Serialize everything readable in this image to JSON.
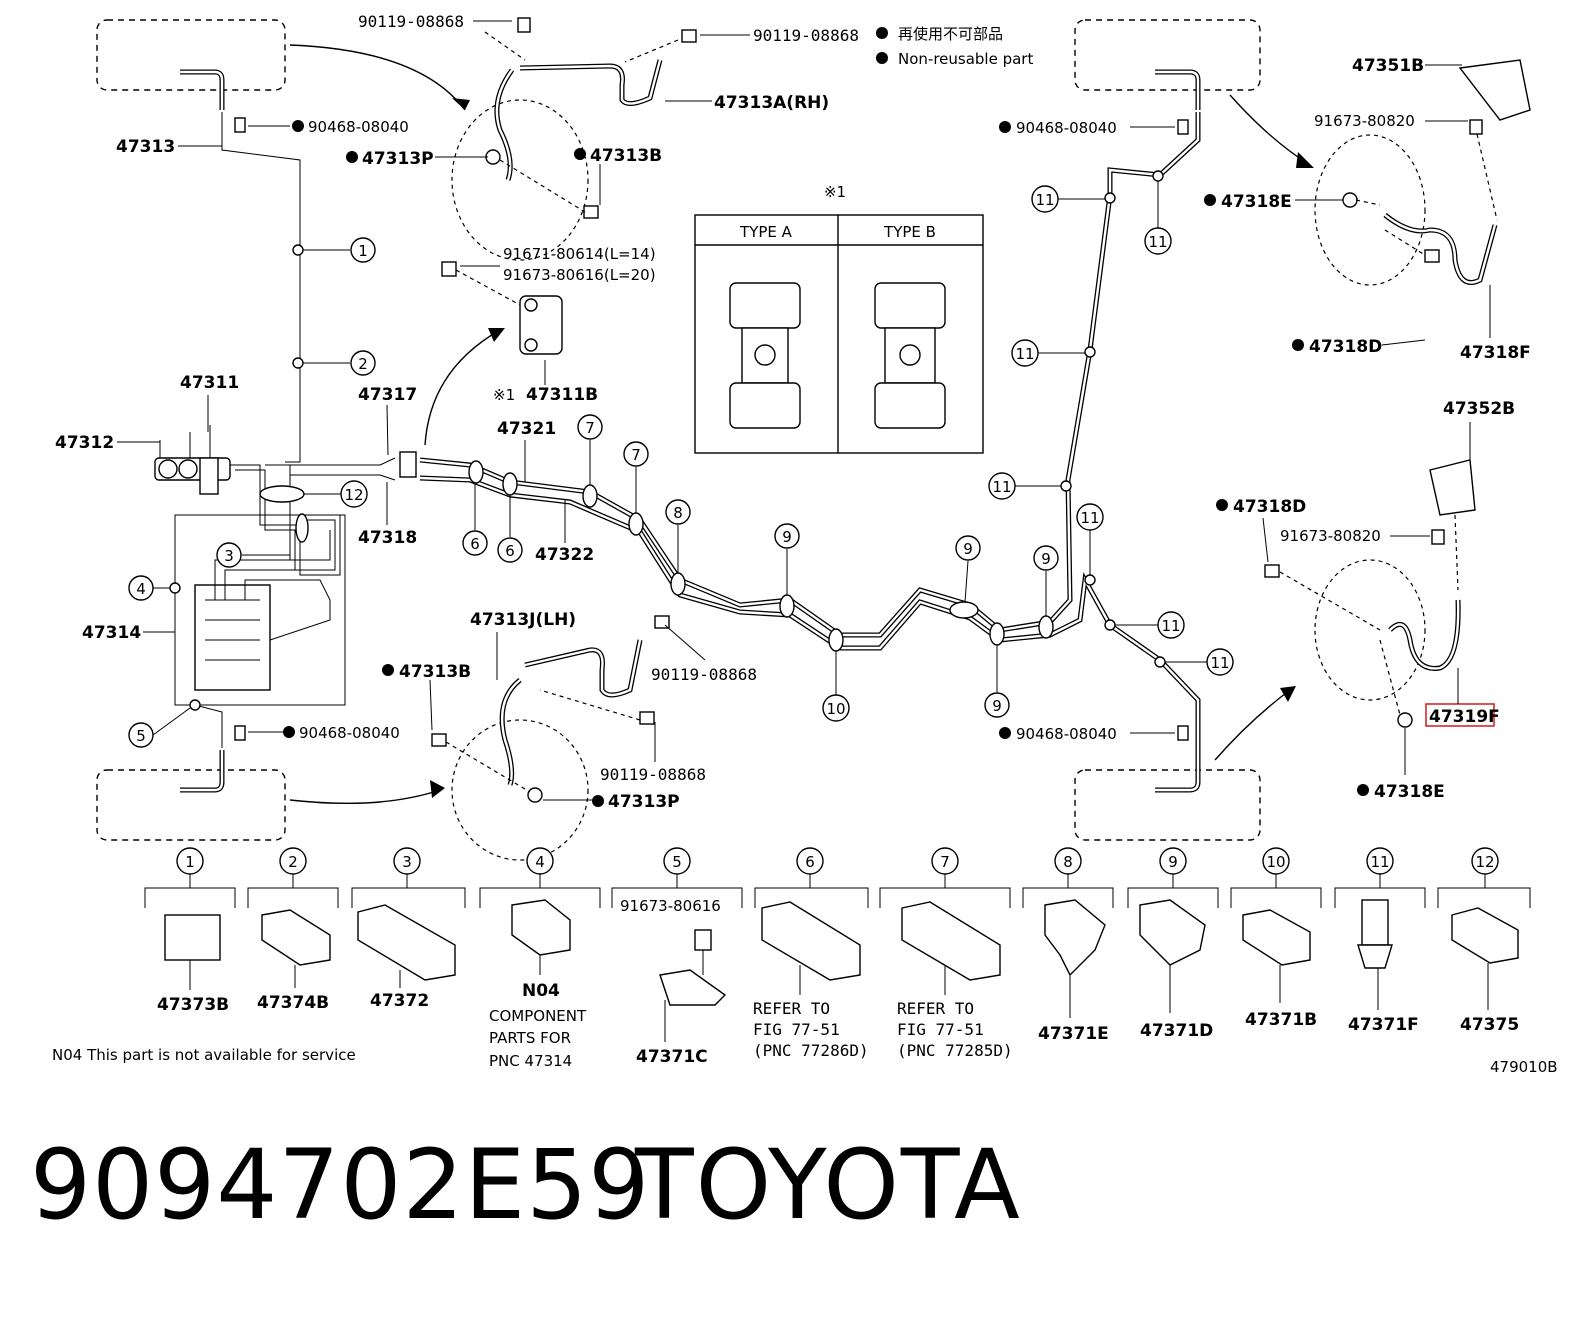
{
  "callouts": {
    "c_90119_top1": "90119-08868",
    "c_90119_top2": "90119-08868",
    "c_47313A": "47313A(RH)",
    "c_90468_tl": "90468-08040",
    "c_47313": "47313",
    "c_47313P_top": "47313P",
    "c_47313B_top": "47313B",
    "c_91671": "91671-80614(L=14)",
    "c_91673_616": "91673-80616(L=20)",
    "c_47311": "47311",
    "c_47312": "47312",
    "c_47317": "47317",
    "c_47311B": "47311B",
    "c_ref1": "※1",
    "c_47321": "47321",
    "c_47318": "47318",
    "c_47322": "47322",
    "c_47314": "47314",
    "c_47313J": "47313J(LH)",
    "c_90119_mid": "90119-08868",
    "c_47313B_bot": "47313B",
    "c_90468_bl": "90468-08040",
    "c_90119_bot": "90119-08868",
    "c_47313P_bot": "47313P",
    "c_90468_tr": "90468-08040",
    "c_47351B": "47351B",
    "c_91673_820_top": "91673-80820",
    "c_47318E_top": "47318E",
    "c_47318D_top": "47318D",
    "c_47318F": "47318F",
    "c_47352B": "47352B",
    "c_47318D_bot": "47318D",
    "c_91673_820_bot": "91673-80820",
    "c_47319F": "47319F",
    "c_90468_br": "90468-08040",
    "c_47318E_bot": "47318E"
  },
  "legend": {
    "jp": "再使用不可部品",
    "en": "Non-reusable part"
  },
  "type_box": {
    "ref": "※1",
    "type_a": "TYPE A",
    "type_b": "TYPE B"
  },
  "clip_numbers": {
    "n1": "1",
    "n2": "2",
    "n3": "3",
    "n4": "4",
    "n5": "5",
    "n6": "6",
    "n7": "7",
    "n8": "8",
    "n9": "9",
    "n10": "10",
    "n11": "11",
    "n12": "12"
  },
  "bottom_row": {
    "p1": "47373B",
    "p2": "47374B",
    "p3": "47372",
    "p4_code": "N04",
    "p4_text1": "COMPONENT",
    "p4_text2": "PARTS FOR",
    "p4_text3": "PNC 47314",
    "p5_bolt": "91673-80616",
    "p5": "47371C",
    "p6_l1": "REFER TO",
    "p6_l2": "FIG 77-51",
    "p6_l3": "(PNC 77286D)",
    "p7_l1": "REFER TO",
    "p7_l2": "FIG 77-51",
    "p7_l3": "(PNC 77285D)",
    "p8": "47371E",
    "p9": "47371D",
    "p10": "47371B",
    "p11": "47371F",
    "p12": "47375"
  },
  "footnote": "N04 This part is not available for service",
  "figure_id": "479010B",
  "part_number": "9094702E59",
  "brand": "TOYOTA",
  "highlight_color": "#d62828"
}
